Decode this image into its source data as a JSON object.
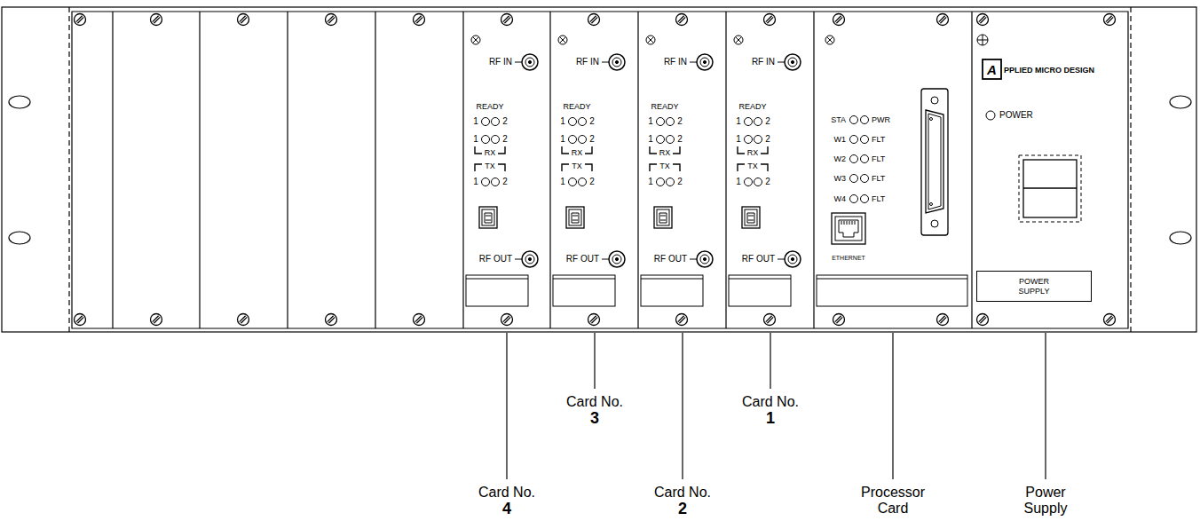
{
  "diagram": {
    "nodes": [
      {
        "text": [
          "RF IN",
          "READY",
          "1",
          "2",
          "1",
          "2",
          "RX",
          "TX",
          "1",
          "2",
          "RF OUT"
        ]
      },
      {
        "text": [
          "RF IN",
          "READY",
          "1",
          "2",
          "1",
          "2",
          "RX",
          "TX",
          "1",
          "2",
          "RF OUT"
        ]
      },
      {
        "text": [
          "RF IN",
          "READY",
          "1",
          "2",
          "1",
          "2",
          "RX",
          "TX",
          "1",
          "2",
          "RF OUT"
        ]
      },
      {
        "text": [
          "RF IN",
          "READY",
          "1",
          "2",
          "1",
          "2",
          "RX",
          "TX",
          "1",
          "2",
          "RF OUT"
        ]
      },
      {
        "text": [
          "STA",
          "PWR",
          "W1",
          "FLT",
          "W2",
          "FLT",
          "W3",
          "FLT",
          "W4",
          "FLT",
          "ETHERNET"
        ]
      },
      {
        "text": [
          "A",
          "PPLIED MICRO DESIGN",
          "POWER"
        ]
      },
      {
        "text": [
          "POWER SUPPLY"
        ],
        "in": 5
      }
    ],
    "labels": [
      "Card No.",
      "3",
      "Card No.",
      "1",
      "Card No.",
      "4",
      "Card No.",
      "2",
      "Processor Card",
      "Power Supply"
    ]
  }
}
